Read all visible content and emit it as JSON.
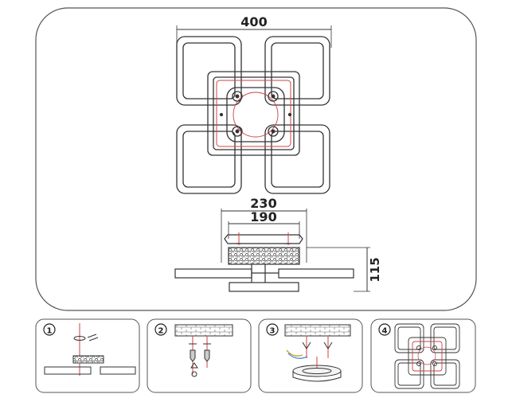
{
  "main_diagram": {
    "top_view": {
      "width_label": "400"
    },
    "side_view": {
      "outer_width_label": "230",
      "inner_width_label": "190",
      "height_label": "115"
    }
  },
  "steps": [
    {
      "number": "1"
    },
    {
      "number": "2"
    },
    {
      "number": "3"
    },
    {
      "number": "4"
    }
  ],
  "colors": {
    "line": "#333333",
    "accent": "#d04040",
    "panel_border": "#555555"
  }
}
